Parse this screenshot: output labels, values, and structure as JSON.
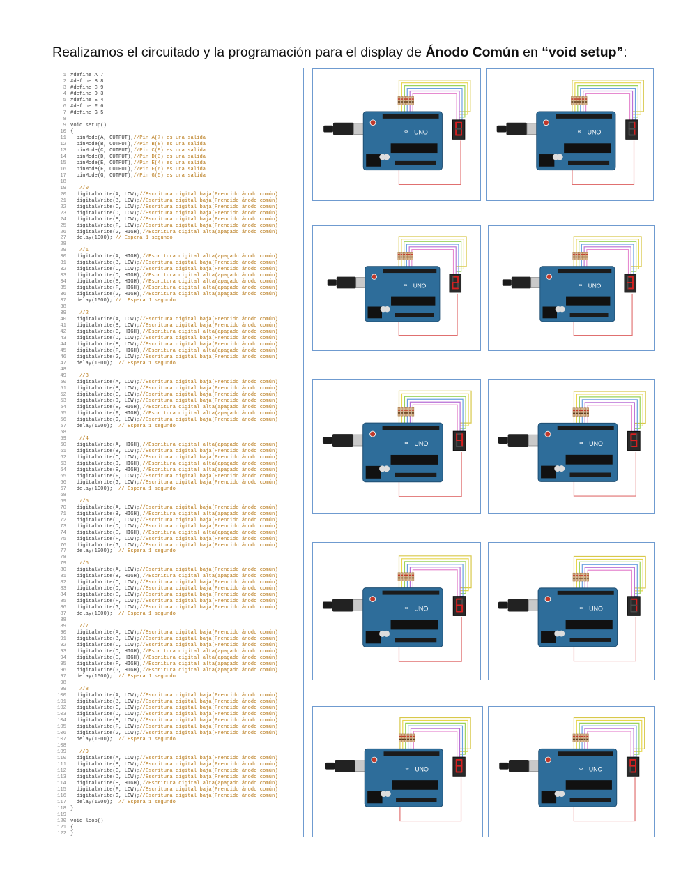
{
  "heading": {
    "prefix": "Realizamos el circuitado y la programación para el display de ",
    "bold1": "Ánodo Común",
    "middle": " en ",
    "bold2": "“void setup”",
    "suffix": ":"
  },
  "code_lines": [
    {
      "n": "1",
      "code": "#define A 7",
      "comment": ""
    },
    {
      "n": "2",
      "code": "#define B 8",
      "comment": ""
    },
    {
      "n": "3",
      "code": "#define C 9",
      "comment": ""
    },
    {
      "n": "4",
      "code": "#define D 3",
      "comment": ""
    },
    {
      "n": "5",
      "code": "#define E 4",
      "comment": ""
    },
    {
      "n": "6",
      "code": "#define F 6",
      "comment": ""
    },
    {
      "n": "7",
      "code": "#define G 5",
      "comment": ""
    },
    {
      "n": "8",
      "code": "",
      "comment": ""
    },
    {
      "n": "9",
      "code": "void setup()",
      "comment": ""
    },
    {
      "n": "10",
      "code": "{",
      "comment": ""
    },
    {
      "n": "11",
      "code": "  pinMode(A, OUTPUT);",
      "comment": "//Pin A(7) es una salida"
    },
    {
      "n": "12",
      "code": "  pinMode(B, OUTPUT);",
      "comment": "//Pin B(8) es una salida"
    },
    {
      "n": "13",
      "code": "  pinMode(C, OUTPUT);",
      "comment": "//Pin C(9) es una salida"
    },
    {
      "n": "14",
      "code": "  pinMode(D, OUTPUT);",
      "comment": "//Pin D(3) es una salida"
    },
    {
      "n": "15",
      "code": "  pinMode(E, OUTPUT);",
      "comment": "//Pin E(4) es una salida"
    },
    {
      "n": "16",
      "code": "  pinMode(F, OUTPUT);",
      "comment": "//Pin F(6) es una salida"
    },
    {
      "n": "17",
      "code": "  pinMode(G, OUTPUT);",
      "comment": "//Pin G(5) es una salida"
    },
    {
      "n": "18",
      "code": "",
      "comment": ""
    },
    {
      "n": "19",
      "code": "   ",
      "comment": "//0"
    },
    {
      "n": "20",
      "code": "  digitalWrite(A, LOW);",
      "comment": "//Escritura digital baja(Prendido ánodo común)"
    },
    {
      "n": "21",
      "code": "  digitalWrite(B, LOW);",
      "comment": "//Escritura digital baja(Prendido ánodo común)"
    },
    {
      "n": "22",
      "code": "  digitalWrite(C, LOW);",
      "comment": "//Escritura digital baja(Prendido ánodo común)"
    },
    {
      "n": "23",
      "code": "  digitalWrite(D, LOW);",
      "comment": "//Escritura digital baja(Prendido ánodo común)"
    },
    {
      "n": "24",
      "code": "  digitalWrite(E, LOW);",
      "comment": "//Escritura digital baja(Prendido ánodo común)"
    },
    {
      "n": "25",
      "code": "  digitalWrite(F, LOW);",
      "comment": "//Escritura digital baja(Prendido ánodo común)"
    },
    {
      "n": "26",
      "code": "  digitalWrite(G, HIGH);",
      "comment": "//Escritura digital alta(apagado ánodo común)"
    },
    {
      "n": "27",
      "code": "  delay(1000); ",
      "comment": "// Espera 1 segundo"
    },
    {
      "n": "28",
      "code": "",
      "comment": ""
    },
    {
      "n": "29",
      "code": "   ",
      "comment": "//1"
    },
    {
      "n": "30",
      "code": "  digitalWrite(A, HIGH);",
      "comment": "//Escritura digital alta(apagado ánodo común)"
    },
    {
      "n": "31",
      "code": "  digitalWrite(B, LOW);",
      "comment": "//Escritura digital baja(Prendido ánodo común)"
    },
    {
      "n": "32",
      "code": "  digitalWrite(C, LOW);",
      "comment": "//Escritura digital baja(Prendido ánodo común)"
    },
    {
      "n": "33",
      "code": "  digitalWrite(D, HIGH);",
      "comment": "//Escritura digital alta(apagado ánodo común)"
    },
    {
      "n": "34",
      "code": "  digitalWrite(E, HIGH);",
      "comment": "//Escritura digital alta(apagado ánodo común)"
    },
    {
      "n": "35",
      "code": "  digitalWrite(F, HIGH);",
      "comment": "//Escritura digital alta(apagado ánodo común)"
    },
    {
      "n": "36",
      "code": "  digitalWrite(G, HIGH);",
      "comment": "//Escritura digital alta(apagado ánodo común)"
    },
    {
      "n": "37",
      "code": "  delay(1000); ",
      "comment": "//  Espera 1 segundo"
    },
    {
      "n": "38",
      "code": "",
      "comment": ""
    },
    {
      "n": "39",
      "code": "   ",
      "comment": "//2"
    },
    {
      "n": "40",
      "code": "  digitalWrite(A, LOW);",
      "comment": "//Escritura digital baja(Prendido ánodo común)"
    },
    {
      "n": "41",
      "code": "  digitalWrite(B, LOW);",
      "comment": "//Escritura digital baja(Prendido ánodo común)"
    },
    {
      "n": "42",
      "code": "  digitalWrite(C, HIGH);",
      "comment": "//Escritura digital alta(apagado ánodo común)"
    },
    {
      "n": "43",
      "code": "  digitalWrite(D, LOW);",
      "comment": "//Escritura digital baja(Prendido ánodo común)"
    },
    {
      "n": "44",
      "code": "  digitalWrite(E, LOW);",
      "comment": "//Escritura digital baja(Prendido ánodo común)"
    },
    {
      "n": "45",
      "code": "  digitalWrite(F, HIGH);",
      "comment": "//Escritura digital alta(apagado ánodo común)"
    },
    {
      "n": "46",
      "code": "  digitalWrite(G, LOW);",
      "comment": "//Escritura digital baja(Prendido ánodo común)"
    },
    {
      "n": "47",
      "code": "  delay(1000);  ",
      "comment": "// Espera 1 segundo"
    },
    {
      "n": "48",
      "code": "",
      "comment": ""
    },
    {
      "n": "49",
      "code": "   ",
      "comment": "//3"
    },
    {
      "n": "50",
      "code": "  digitalWrite(A, LOW);",
      "comment": "//Escritura digital baja(Prendido ánodo común)"
    },
    {
      "n": "51",
      "code": "  digitalWrite(B, LOW);",
      "comment": "//Escritura digital baja(Prendido ánodo común)"
    },
    {
      "n": "52",
      "code": "  digitalWrite(C, LOW);",
      "comment": "//Escritura digital baja(Prendido ánodo común)"
    },
    {
      "n": "53",
      "code": "  digitalWrite(D, LOW);",
      "comment": "//Escritura digital baja(Prendido ánodo común)"
    },
    {
      "n": "54",
      "code": "  digitalWrite(E, HIGH);",
      "comment": "//Escritura digital alta(apagado ánodo común)"
    },
    {
      "n": "55",
      "code": "  digitalWrite(F, HIGH);",
      "comment": "//Escritura digital alta(apagado ánodo común)"
    },
    {
      "n": "56",
      "code": "  digitalWrite(G, LOW);",
      "comment": "//Escritura digital baja(Prendido ánodo común)"
    },
    {
      "n": "57",
      "code": "  delay(1000);  ",
      "comment": "// Espera 1 segundo"
    },
    {
      "n": "58",
      "code": "",
      "comment": ""
    },
    {
      "n": "59",
      "code": "   ",
      "comment": "//4"
    },
    {
      "n": "60",
      "code": "  digitalWrite(A, HIGH);",
      "comment": "//Escritura digital alta(apagado ánodo común)"
    },
    {
      "n": "61",
      "code": "  digitalWrite(B, LOW);",
      "comment": "//Escritura digital baja(Prendido ánodo común)"
    },
    {
      "n": "62",
      "code": "  digitalWrite(C, LOW);",
      "comment": "//Escritura digital baja(Prendido ánodo común)"
    },
    {
      "n": "63",
      "code": "  digitalWrite(D, HIGH);",
      "comment": "//Escritura digital alta(apagado ánodo común)"
    },
    {
      "n": "64",
      "code": "  digitalWrite(E, HIGH);",
      "comment": "//Escritura digital alta(apagado ánodo común)"
    },
    {
      "n": "65",
      "code": "  digitalWrite(F, LOW);",
      "comment": "//Escritura digital baja(Prendido ánodo común)"
    },
    {
      "n": "66",
      "code": "  digitalWrite(G, LOW);",
      "comment": "//Escritura digital baja(Prendido ánodo común)"
    },
    {
      "n": "67",
      "code": "  delay(1000);  ",
      "comment": "// Espera 1 segundo"
    },
    {
      "n": "68",
      "code": "",
      "comment": ""
    },
    {
      "n": "69",
      "code": "   ",
      "comment": "//5"
    },
    {
      "n": "70",
      "code": "  digitalWrite(A, LOW);",
      "comment": "//Escritura digital baja(Prendido ánodo común)"
    },
    {
      "n": "71",
      "code": "  digitalWrite(B, HIGH);",
      "comment": "//Escritura digital alta(apagado ánodo común)"
    },
    {
      "n": "72",
      "code": "  digitalWrite(C, LOW);",
      "comment": "//Escritura digital baja(Prendido ánodo común)"
    },
    {
      "n": "73",
      "code": "  digitalWrite(D, LOW);",
      "comment": "//Escritura digital baja(Prendido ánodo común)"
    },
    {
      "n": "74",
      "code": "  digitalWrite(E, HIGH);",
      "comment": "//Escritura digital alta(apagado ánodo común)"
    },
    {
      "n": "75",
      "code": "  digitalWrite(F, LOW);",
      "comment": "//Escritura digital baja(Prendido ánodo común)"
    },
    {
      "n": "76",
      "code": "  digitalWrite(G, LOW);",
      "comment": "//Escritura digital baja(Prendido ánodo común)"
    },
    {
      "n": "77",
      "code": "  delay(1000);  ",
      "comment": "// Espera 1 segundo"
    },
    {
      "n": "78",
      "code": "",
      "comment": ""
    },
    {
      "n": "79",
      "code": "   ",
      "comment": "//6"
    },
    {
      "n": "80",
      "code": "  digitalWrite(A, LOW);",
      "comment": "//Escritura digital baja(Prendido ánodo común)"
    },
    {
      "n": "81",
      "code": "  digitalWrite(B, HIGH);",
      "comment": "//Escritura digital alta(apagado ánodo común)"
    },
    {
      "n": "82",
      "code": "  digitalWrite(C, LOW);",
      "comment": "//Escritura digital baja(Prendido ánodo común)"
    },
    {
      "n": "83",
      "code": "  digitalWrite(D, LOW);",
      "comment": "//Escritura digital baja(Prendido ánodo común)"
    },
    {
      "n": "84",
      "code": "  digitalWrite(E, LOW);",
      "comment": "//Escritura digital baja(Prendido ánodo común)"
    },
    {
      "n": "85",
      "code": "  digitalWrite(F, LOW);",
      "comment": "//Escritura digital baja(Prendido ánodo común)"
    },
    {
      "n": "86",
      "code": "  digitalWrite(G, LOW);",
      "comment": "//Escritura digital baja(Prendido ánodo común)"
    },
    {
      "n": "87",
      "code": "  delay(1000);  ",
      "comment": "// Espera 1 segundo"
    },
    {
      "n": "88",
      "code": "",
      "comment": ""
    },
    {
      "n": "89",
      "code": "   ",
      "comment": "//7"
    },
    {
      "n": "90",
      "code": "  digitalWrite(A, LOW);",
      "comment": "//Escritura digital baja(Prendido ánodo común)"
    },
    {
      "n": "91",
      "code": "  digitalWrite(B, LOW);",
      "comment": "//Escritura digital baja(Prendido ánodo común)"
    },
    {
      "n": "92",
      "code": "  digitalWrite(C, LOW);",
      "comment": "//Escritura digital baja(Prendido ánodo común)"
    },
    {
      "n": "93",
      "code": "  digitalWrite(D, HIGH);",
      "comment": "//Escritura digital alta(apagado ánodo común)"
    },
    {
      "n": "94",
      "code": "  digitalWrite(E, HIGH);",
      "comment": "//Escritura digital alta(apagado ánodo común)"
    },
    {
      "n": "95",
      "code": "  digitalWrite(F, HIGH);",
      "comment": "//Escritura digital alta(apagado ánodo común)"
    },
    {
      "n": "96",
      "code": "  digitalWrite(G, HIGH);",
      "comment": "//Escritura digital alta(apagado ánodo común)"
    },
    {
      "n": "97",
      "code": "  delay(1000);  ",
      "comment": "// Espera 1 segundo"
    },
    {
      "n": "98",
      "code": "",
      "comment": ""
    },
    {
      "n": "99",
      "code": "   ",
      "comment": "//8"
    },
    {
      "n": "100",
      "code": "  digitalWrite(A, LOW);",
      "comment": "//Escritura digital baja(Prendido ánodo común)"
    },
    {
      "n": "101",
      "code": "  digitalWrite(B, LOW);",
      "comment": "//Escritura digital baja(Prendido ánodo común)"
    },
    {
      "n": "102",
      "code": "  digitalWrite(C, LOW);",
      "comment": "//Escritura digital baja(Prendido ánodo común)"
    },
    {
      "n": "103",
      "code": "  digitalWrite(D, LOW);",
      "comment": "//Escritura digital baja(Prendido ánodo común)"
    },
    {
      "n": "104",
      "code": "  digitalWrite(E, LOW);",
      "comment": "//Escritura digital baja(Prendido ánodo común)"
    },
    {
      "n": "105",
      "code": "  digitalWrite(F, LOW);",
      "comment": "//Escritura digital baja(Prendido ánodo común)"
    },
    {
      "n": "106",
      "code": "  digitalWrite(G, LOW);",
      "comment": "//Escritura digital baja(Prendido ánodo común)"
    },
    {
      "n": "107",
      "code": "  delay(1000);  ",
      "comment": "// Espera 1 segundo"
    },
    {
      "n": "108",
      "code": "",
      "comment": ""
    },
    {
      "n": "109",
      "code": "   ",
      "comment": "//9"
    },
    {
      "n": "110",
      "code": "  digitalWrite(A, LOW);",
      "comment": "//Escritura digital baja(Prendido ánodo común)"
    },
    {
      "n": "111",
      "code": "  digitalWrite(B, LOW);",
      "comment": "//Escritura digital baja(Prendido ánodo común)"
    },
    {
      "n": "112",
      "code": "  digitalWrite(C, LOW);",
      "comment": "//Escritura digital baja(Prendido ánodo común)"
    },
    {
      "n": "113",
      "code": "  digitalWrite(D, LOW);",
      "comment": "//Escritura digital baja(Prendido ánodo común)"
    },
    {
      "n": "114",
      "code": "  digitalWrite(E, HIGH);",
      "comment": "//Escritura digital alta(apagado ánodo común)"
    },
    {
      "n": "115",
      "code": "  digitalWrite(F, LOW);",
      "comment": "//Escritura digital baja(Prendido ánodo común)"
    },
    {
      "n": "116",
      "code": "  digitalWrite(G, LOW);",
      "comment": "//Escritura digital baja(Prendido ánodo común)"
    },
    {
      "n": "117",
      "code": "  delay(1000);  ",
      "comment": "// Espera 1 segundo"
    },
    {
      "n": "118",
      "code": "}",
      "comment": ""
    },
    {
      "n": "119",
      "code": "",
      "comment": ""
    },
    {
      "n": "120",
      "code": "void loop()",
      "comment": ""
    },
    {
      "n": "121",
      "code": "{",
      "comment": ""
    },
    {
      "n": "122",
      "code": "}",
      "comment": ""
    }
  ],
  "circuits": [
    {
      "digit": "0"
    },
    {
      "digit": "1"
    },
    {
      "digit": "2"
    },
    {
      "digit": "3"
    },
    {
      "digit": "4"
    },
    {
      "digit": "5"
    },
    {
      "digit": "6"
    },
    {
      "digit": "7"
    },
    {
      "digit": "8"
    },
    {
      "digit": "9"
    }
  ],
  "board_label": "UNO",
  "colors": {
    "border": "#6f9bd0",
    "board": "#2e6d9a",
    "segment_on": "#d62020",
    "display_body": "#2a2a2a",
    "code_comment": "#b87a1a",
    "wires": [
      "#d8c84a",
      "#e7d64c",
      "#9bd35a",
      "#6aa0e0",
      "#b86fd6",
      "#e68ad0",
      "#e07070"
    ]
  }
}
